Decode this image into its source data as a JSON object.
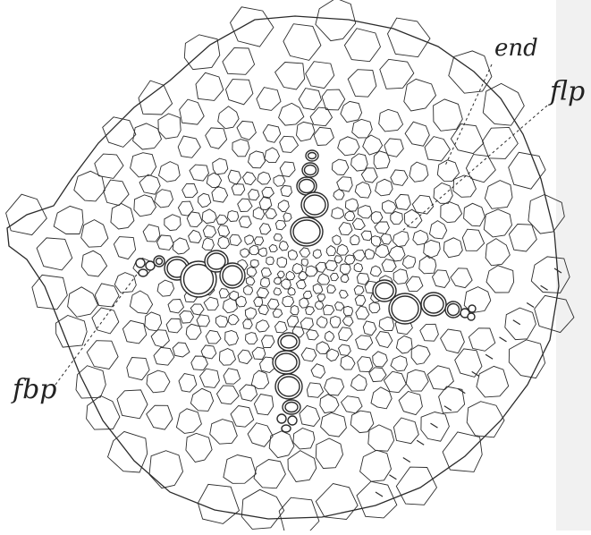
{
  "figure": {
    "labels": {
      "end": "end",
      "flp": "flp",
      "fbp": "fbp"
    },
    "colors": {
      "ink": "#2b2b2b",
      "paper": "#ffffff",
      "shadow": "#f1f1f1"
    }
  }
}
